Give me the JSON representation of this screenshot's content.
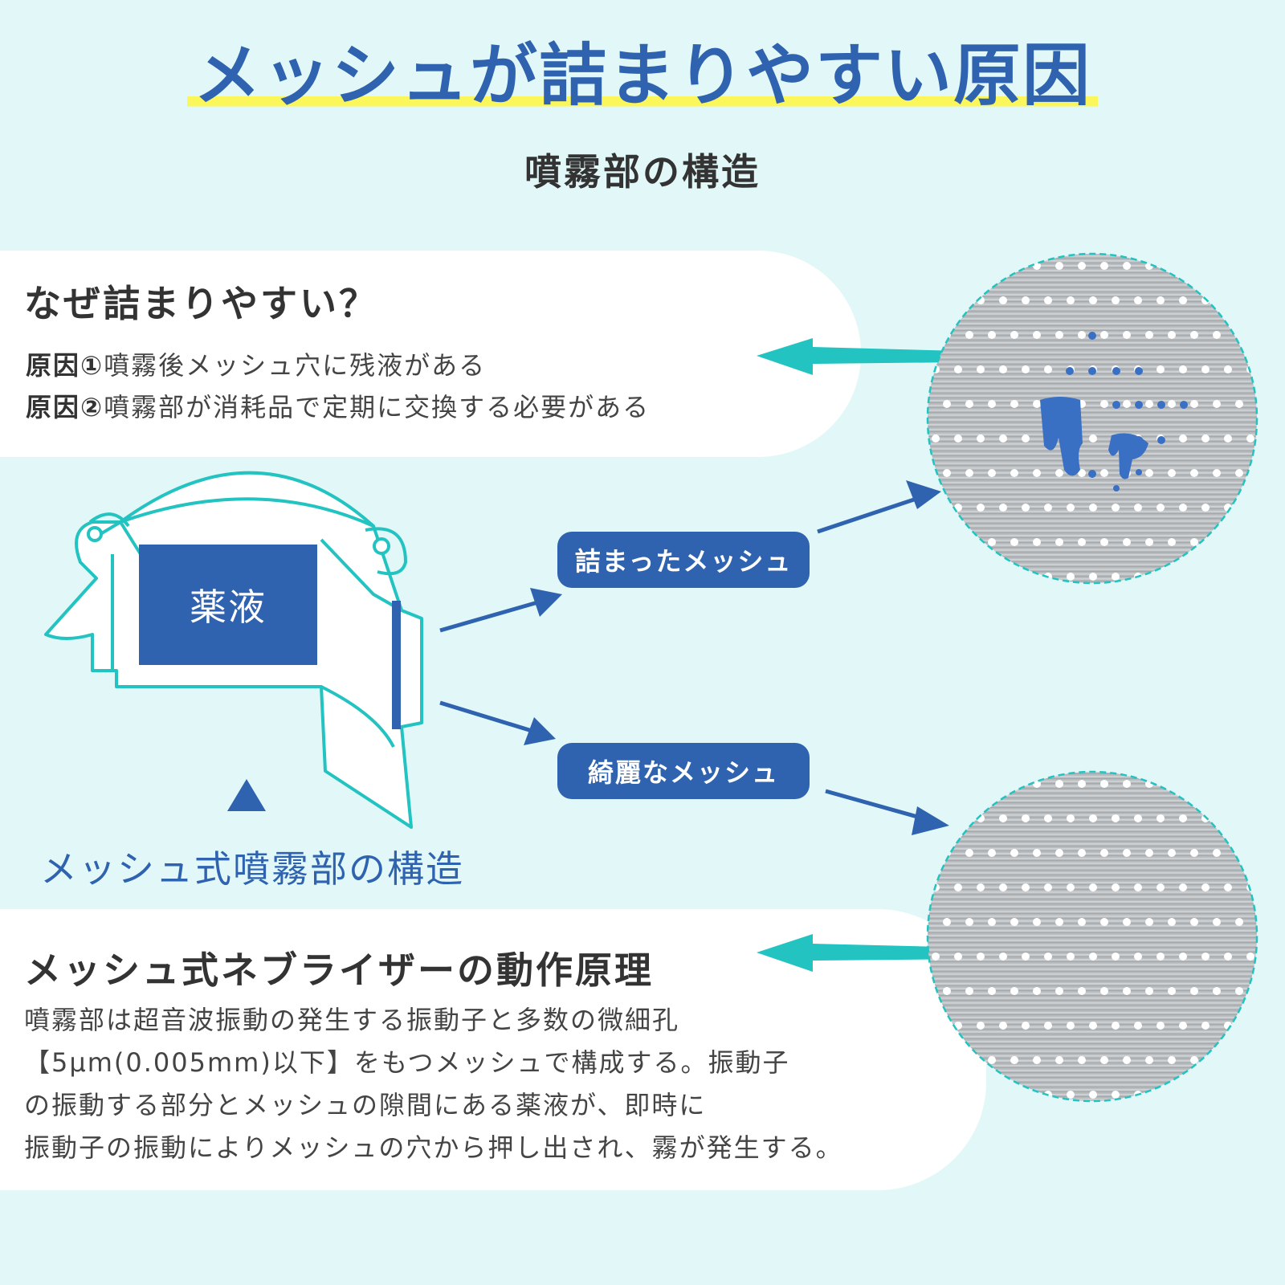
{
  "header": {
    "title": "メッシュが詰まりやすい原因",
    "subtitle": "噴霧部の構造"
  },
  "why": {
    "heading": "なぜ詰まりやすい？",
    "reasons": [
      {
        "label": "原因①",
        "text": "噴霧後メッシュ穴に残液がある"
      },
      {
        "label": "原因②",
        "text": "噴霧部が消耗品で定期に交換する必要がある"
      }
    ]
  },
  "diagram": {
    "drug_label": "薬液",
    "caption": "メッシュ式噴霧部の構造",
    "clogged_label": "詰まったメッシュ",
    "clean_label": "綺麗なメッシュ"
  },
  "principle": {
    "heading": "メッシュ式ネブライザーの動作原理",
    "lines": [
      "噴霧部は超音波振動の発生する振動子と多数の微細孔",
      "【5μm(0.005mm)以下】をもつメッシュで構成する。振動子",
      "の振動する部分とメッシュの隙間にある薬液が、即時に",
      "振動子の振動によりメッシュの穴から押し出され、霧が発生する。"
    ]
  },
  "colors": {
    "background": "#e2f8f8",
    "accent_blue": "#2f63b0",
    "teal": "#22c3c0",
    "highlight_yellow": "#fbf65a",
    "card": "#ffffff"
  },
  "icons": [
    "arrow-left-icon",
    "arrow-right-icon",
    "triangle-up-icon"
  ]
}
